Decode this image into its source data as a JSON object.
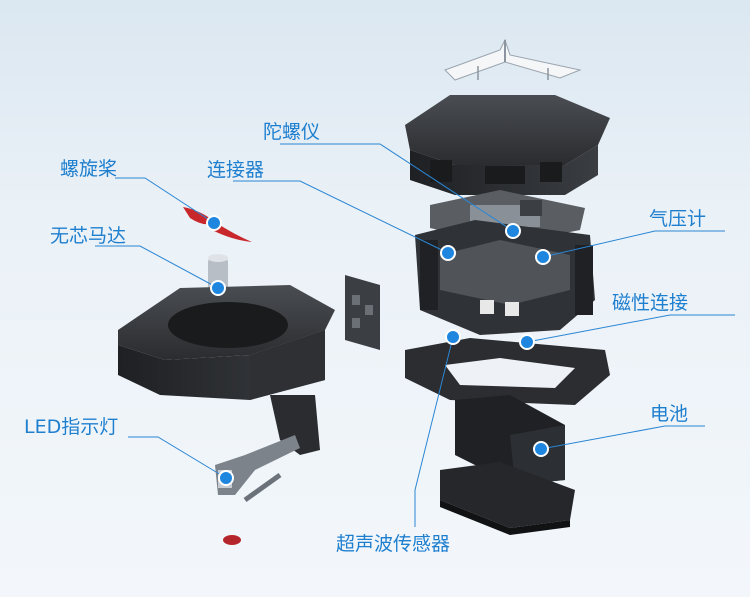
{
  "colors": {
    "accent": "#1f7fcf",
    "leader_line": "#2a86d4",
    "dot": "#1f86e0",
    "body_dark": "#2a2c2f",
    "body_mid": "#3a3d41",
    "propeller": "#c8282c"
  },
  "labels": {
    "propeller": "螺旋桨",
    "coreless_motor": "无芯马达",
    "led_indicator": "LED指示灯",
    "gyroscope": "陀螺仪",
    "connector": "连接器",
    "barometer": "气压计",
    "magnetic_connector": "磁性连接",
    "battery": "电池",
    "ultrasonic_sensor": "超声波传感器"
  }
}
